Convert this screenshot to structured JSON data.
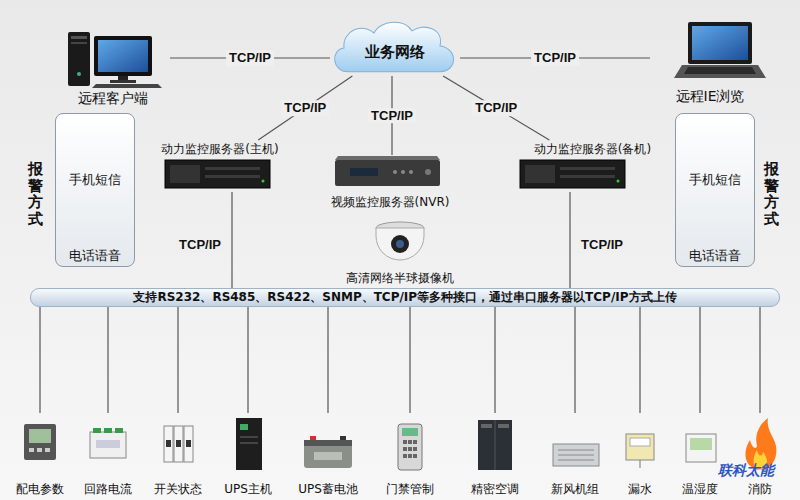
{
  "diagram": {
    "nodes": [
      {
        "text": [
          "远程客户端"
        ]
      },
      {
        "text": [
          "业务网络"
        ]
      },
      {
        "text": [
          "远程IE浏览"
        ]
      },
      {
        "text": [
          "报警方式",
          "手机短信",
          "电话语音"
        ]
      },
      {
        "text": [
          "动力监控服务器(主机)"
        ]
      },
      {
        "text": [
          "视频监控服务器(NVR)"
        ]
      },
      {
        "text": [
          "动力监控服务器(备机)"
        ]
      },
      {
        "text": [
          "报警方式",
          "手机短信",
          "电话语音"
        ]
      },
      {
        "text": [
          "高清网络半球摄像机"
        ]
      },
      {
        "text": [
          "支持RS232、RS485、RS422、SNMP、TCP/IP等多种接口，通过串口服务器以TCP/IP方式上传"
        ]
      },
      {
        "text": [
          "配电参数"
        ]
      },
      {
        "text": [
          "回路电流"
        ]
      },
      {
        "text": [
          "开关状态"
        ]
      },
      {
        "text": [
          "UPS主机"
        ]
      },
      {
        "text": [
          "UPS蓄电池"
        ]
      },
      {
        "text": [
          "门禁管制"
        ]
      },
      {
        "text": [
          "精密空调"
        ]
      },
      {
        "text": [
          "新风机组"
        ]
      },
      {
        "text": [
          "漏水"
        ]
      },
      {
        "text": [
          "温湿度"
        ]
      },
      {
        "text": [
          "消防"
        ]
      }
    ],
    "edges": [
      {
        "from": 0,
        "to": 1,
        "label": "TCP/IP",
        "arrow": "none"
      },
      {
        "from": 1,
        "to": 2,
        "label": "TCP/IP",
        "arrow": "none"
      },
      {
        "from": 1,
        "to": 4,
        "label": "TCP/IP",
        "arrow": "none"
      },
      {
        "from": 1,
        "to": 5,
        "label": "TCP/IP",
        "arrow": "none"
      },
      {
        "from": 1,
        "to": 6,
        "label": "TCP/IP",
        "arrow": "none"
      },
      {
        "from": 4,
        "to": 9,
        "label": "TCP/IP",
        "arrow": "none"
      },
      {
        "from": 6,
        "to": 9,
        "label": "TCP/IP",
        "arrow": "none"
      },
      {
        "from": 9,
        "to": 10,
        "arrow": "none"
      },
      {
        "from": 9,
        "to": 11,
        "arrow": "none"
      },
      {
        "from": 9,
        "to": 12,
        "arrow": "none"
      },
      {
        "from": 9,
        "to": 13,
        "arrow": "none"
      },
      {
        "from": 9,
        "to": 14,
        "arrow": "none"
      },
      {
        "from": 9,
        "to": 15,
        "arrow": "none"
      },
      {
        "from": 9,
        "to": 16,
        "arrow": "none"
      },
      {
        "from": 9,
        "to": 17,
        "arrow": "none"
      },
      {
        "from": 9,
        "to": 18,
        "arrow": "none"
      },
      {
        "from": 9,
        "to": 19,
        "arrow": "none"
      },
      {
        "from": 9,
        "to": 20,
        "arrow": "none"
      }
    ],
    "labels": [
      "联科太能"
    ]
  }
}
